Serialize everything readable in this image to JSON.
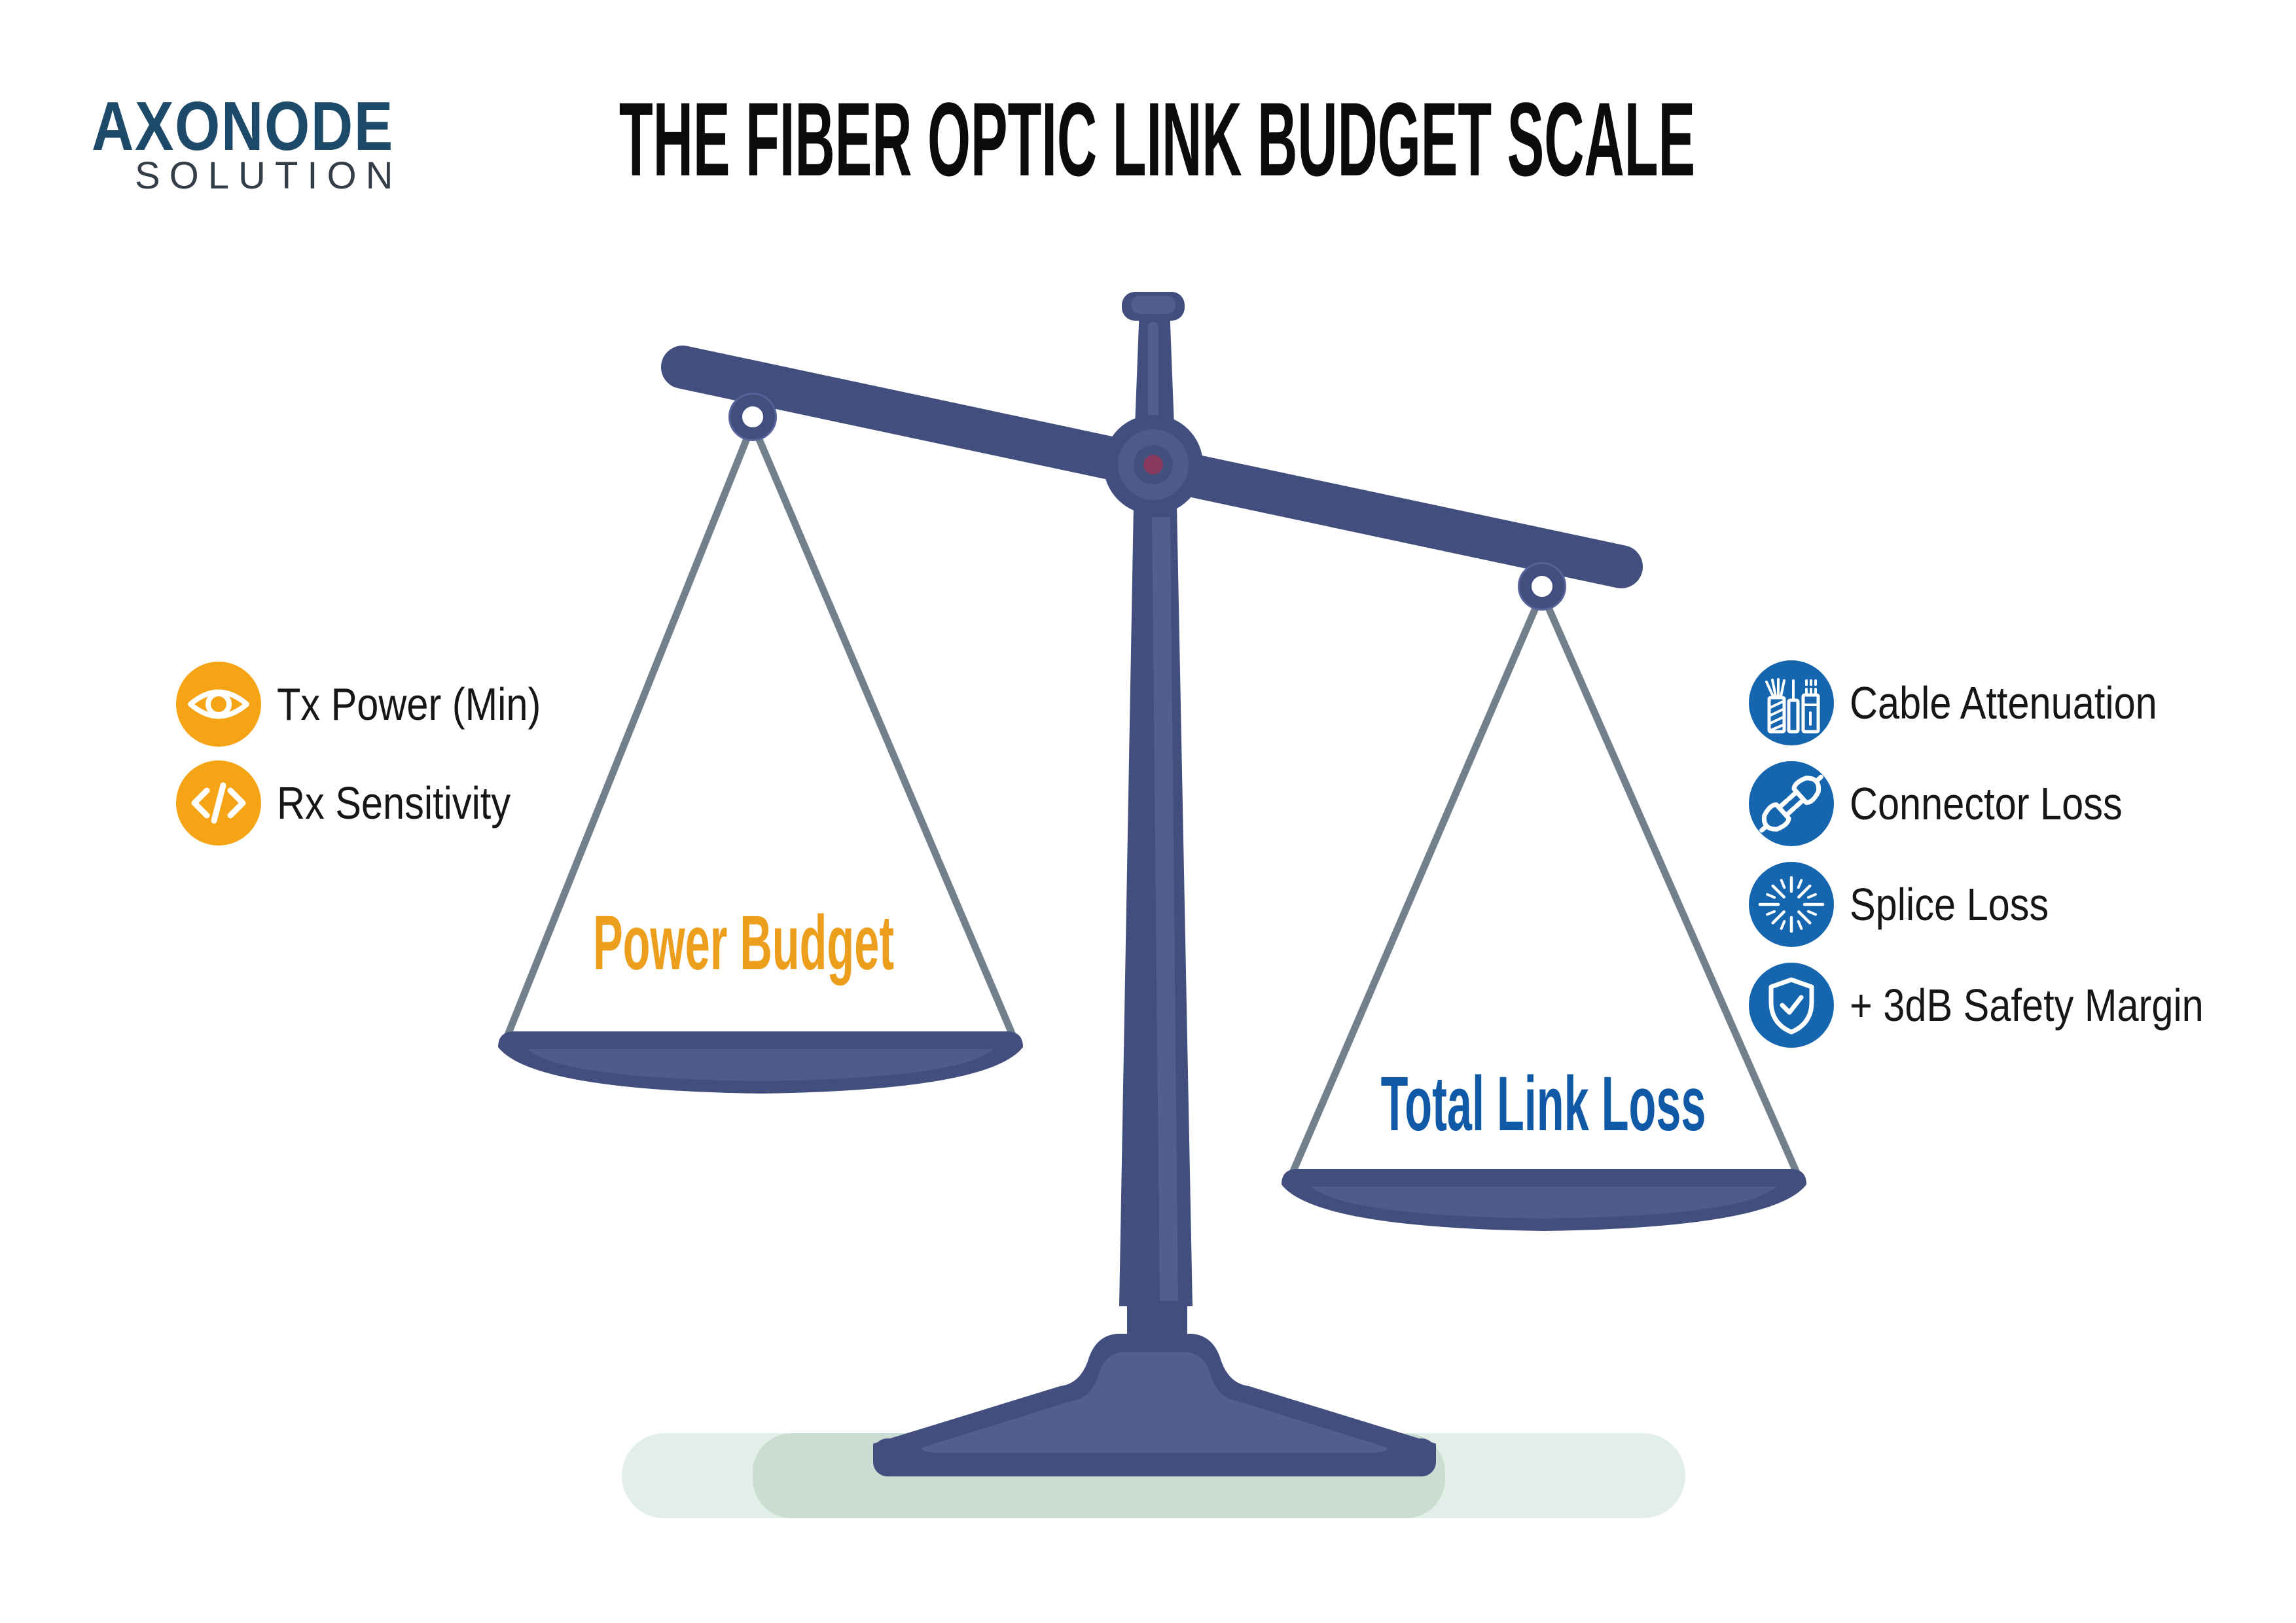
{
  "brand": {
    "name": "AXONODE",
    "tagline": "SOLUTION"
  },
  "title": "THE FIBER OPTIC LINK BUDGET SCALE",
  "power_budget_side": {
    "accent_color": "#F5A415",
    "pan_label": "Power Budget",
    "pan_label_color": "#EC9F1D",
    "items": [
      {
        "icon": "eye-icon",
        "label": "Tx Power (Min)"
      },
      {
        "icon": "code-icon",
        "label": "Rx Sensitivity"
      }
    ]
  },
  "link_loss_side": {
    "accent_color": "#1565AF",
    "pan_label": "Total Link Loss",
    "pan_label_color": "#0F59A6",
    "items": [
      {
        "icon": "fiber-cable-icon",
        "label": "Cable Attenuation"
      },
      {
        "icon": "connector-plug-icon",
        "label": "Connector Loss"
      },
      {
        "icon": "splice-burst-icon",
        "label": "Splice Loss"
      },
      {
        "icon": "shield-check-icon",
        "label": "+ 3dB Safety Margin"
      }
    ]
  },
  "scale_graphic": {
    "state": "left pan raised, right pan lowered",
    "body_color": "#414E7E",
    "body_highlight_color": "#515E90",
    "pivot_inner_color": "#4D5A8C",
    "pivot_dot_color": "#8B3A5F",
    "string_color": "#71808C",
    "ground_outer_color": "#E2EEE8",
    "ground_inner_color": "#CBDDD2"
  }
}
